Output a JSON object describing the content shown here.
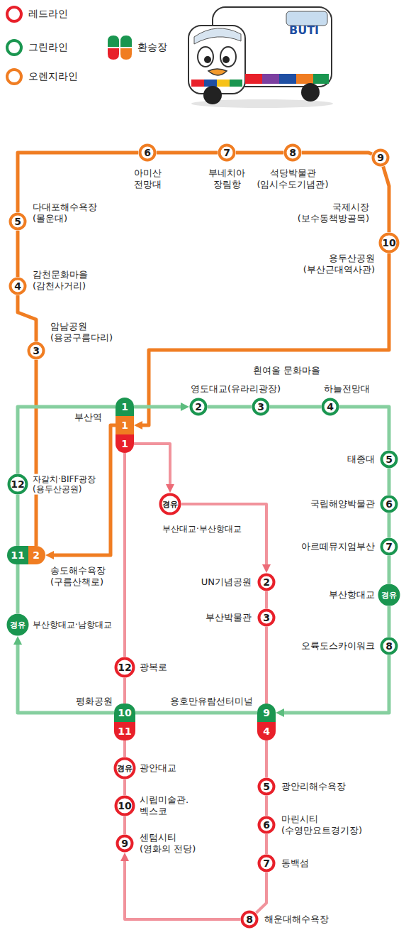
{
  "diagram": {
    "nodes": [
      {
        "text": [
          "1",
          "부산역"
        ]
      },
      {
        "text": [
          "2",
          "송도해수욕장 (구름산책로)"
        ]
      },
      {
        "text": [
          "3",
          "암남공원 (용궁구름다리)"
        ]
      },
      {
        "text": [
          "4",
          "감천문화마을 (감천사거리)"
        ]
      },
      {
        "text": [
          "5",
          "다대포해수욕장 (몰운대)"
        ]
      },
      {
        "text": [
          "6",
          "아미산 전망대"
        ]
      },
      {
        "text": [
          "7",
          "부네치아 장림항"
        ]
      },
      {
        "text": [
          "8",
          "석당박물관 (임시수도기념관)"
        ]
      },
      {
        "text": [
          "9",
          "국제시장 (보수동책방골목)"
        ]
      },
      {
        "text": [
          "10",
          "용두산공원 (부산근대역사관)"
        ]
      },
      {
        "text": [
          "1"
        ]
      },
      {
        "text": [
          "2",
          "영도대교(유라리광장)"
        ]
      },
      {
        "text": [
          "3",
          "흰여울 문화마을"
        ]
      },
      {
        "text": [
          "4",
          "하늘전망대"
        ]
      },
      {
        "text": [
          "5",
          "태종대"
        ]
      },
      {
        "text": [
          "6",
          "국립해양박물관"
        ]
      },
      {
        "text": [
          "7",
          "아르떼뮤지엄부산"
        ]
      },
      {
        "text": [
          "경유",
          "부산항대교"
        ]
      },
      {
        "text": [
          "8",
          "오륙도스카이워크"
        ]
      },
      {
        "text": [
          "9",
          "용호만유람선터미널"
        ]
      },
      {
        "text": [
          "10",
          "평화공원"
        ]
      },
      {
        "text": [
          "경유",
          "부산항대교·남항대교"
        ]
      },
      {
        "text": [
          "11"
        ]
      },
      {
        "text": [
          "12",
          "자갈치·BIFF광장 (용두산공원)"
        ]
      },
      {
        "text": [
          "1"
        ]
      },
      {
        "text": [
          "경유",
          "부산대교·부산항대교"
        ]
      },
      {
        "text": [
          "2",
          "UN기념공원"
        ]
      },
      {
        "text": [
          "3",
          "부산박물관"
        ]
      },
      {
        "text": [
          "4"
        ]
      },
      {
        "text": [
          "5",
          "광안리해수욕장"
        ]
      },
      {
        "text": [
          "6",
          "마린시티 (수영만요트경기장)"
        ]
      },
      {
        "text": [
          "7",
          "동백섬"
        ]
      },
      {
        "text": [
          "8",
          "해운대해수욕장"
        ]
      },
      {
        "text": [
          "9",
          "센텀시티 (영화의 전당)"
        ]
      },
      {
        "text": [
          "10",
          "시립미술관. 벡스코"
        ]
      },
      {
        "text": [
          "경유",
          "광안대교"
        ]
      },
      {
        "text": [
          "11"
        ]
      },
      {
        "text": [
          "12",
          "광복로"
        ]
      }
    ],
    "edges": [
      {
        "from": 0,
        "to": 1,
        "arrow": "to"
      },
      {
        "from": 1,
        "to": 2,
        "arrow": "none"
      },
      {
        "from": 2,
        "to": 3,
        "arrow": "none"
      },
      {
        "from": 3,
        "to": 4,
        "arrow": "none"
      },
      {
        "from": 4,
        "to": 5,
        "arrow": "none"
      },
      {
        "from": 5,
        "to": 6,
        "arrow": "none"
      },
      {
        "from": 6,
        "to": 7,
        "arrow": "none"
      },
      {
        "from": 7,
        "to": 8,
        "arrow": "none"
      },
      {
        "from": 8,
        "to": 9,
        "arrow": "none"
      },
      {
        "from": 9,
        "to": 0,
        "arrow": "to"
      },
      {
        "from": 10,
        "to": 11,
        "arrow": "to"
      },
      {
        "from": 11,
        "to": 12,
        "arrow": "none"
      },
      {
        "from": 12,
        "to": 13,
        "arrow": "none"
      },
      {
        "from": 13,
        "to": 14,
        "arrow": "none"
      },
      {
        "from": 14,
        "to": 15,
        "arrow": "none"
      },
      {
        "from": 15,
        "to": 16,
        "arrow": "none"
      },
      {
        "from": 16,
        "to": 17,
        "arrow": "none"
      },
      {
        "from": 17,
        "to": 18,
        "arrow": "none"
      },
      {
        "from": 18,
        "to": 19,
        "arrow": "to"
      },
      {
        "from": 19,
        "to": 20,
        "arrow": "none"
      },
      {
        "from": 20,
        "to": 21,
        "arrow": "to"
      },
      {
        "from": 21,
        "to": 22,
        "arrow": "none"
      },
      {
        "from": 22,
        "to": 23,
        "arrow": "none"
      },
      {
        "from": 23,
        "to": 10,
        "arrow": "none"
      },
      {
        "from": 24,
        "to": 25,
        "arrow": "to"
      },
      {
        "from": 25,
        "to": 26,
        "arrow": "to"
      },
      {
        "from": 26,
        "to": 27,
        "arrow": "none"
      },
      {
        "from": 27,
        "to": 28,
        "arrow": "none"
      },
      {
        "from": 28,
        "to": 29,
        "arrow": "none"
      },
      {
        "from": 29,
        "to": 30,
        "arrow": "none"
      },
      {
        "from": 30,
        "to": 31,
        "arrow": "none"
      },
      {
        "from": 31,
        "to": 32,
        "arrow": "none"
      },
      {
        "from": 32,
        "to": 33,
        "arrow": "to"
      },
      {
        "from": 33,
        "to": 34,
        "arrow": "none"
      },
      {
        "from": 34,
        "to": 35,
        "arrow": "none"
      },
      {
        "from": 35,
        "to": 36,
        "arrow": "none"
      },
      {
        "from": 36,
        "to": 37,
        "arrow": "none"
      },
      {
        "from": 37,
        "to": 24,
        "arrow": "none"
      }
    ],
    "labels": [
      "BUTI"
    ],
    "legend": [
      {
        "text": "레드라인",
        "color": "#e8202a"
      },
      {
        "text": "그린라인",
        "color": "#1a9650"
      },
      {
        "text": "오렌지라인",
        "color": "#f07d22"
      },
      {
        "text": "환승장"
      }
    ]
  }
}
